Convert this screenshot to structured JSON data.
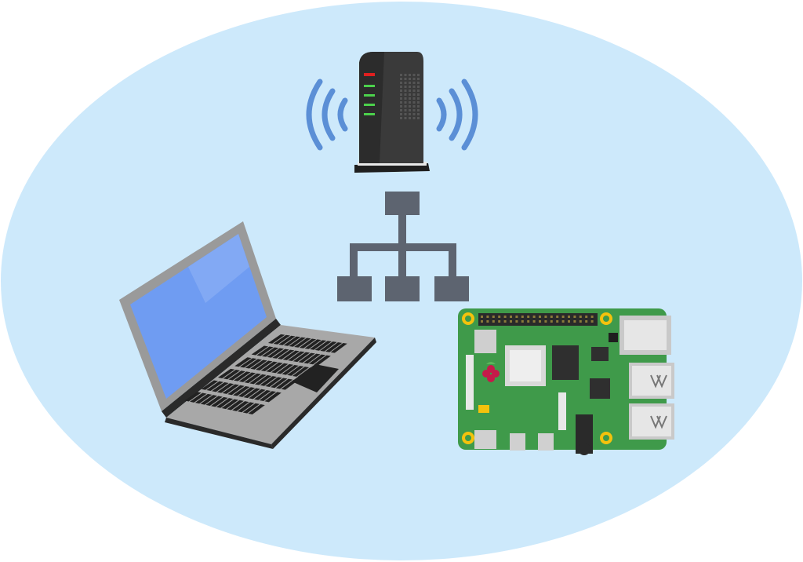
{
  "scene": {
    "description_nodes": [
      "router",
      "network-hierarchy",
      "laptop",
      "raspberry-pi"
    ],
    "colors": {
      "background_ellipse": "#cde9fb",
      "router_body": "#3a3a3a",
      "router_led_power": "#e02020",
      "router_led_status": "#4cd14c",
      "wifi_waves": "#5b8fd6",
      "network_blocks": "#5d6470",
      "laptop_screen": "#6f9cf2",
      "laptop_frame": "#9a9a9a",
      "laptop_keyboard_deck": "#a8a8a8",
      "pi_board": "#3f9a4a",
      "pi_chip": "#2f2f2f",
      "pi_port_metal": "#c9c9c9",
      "pi_mount_hole": "#f4c20d"
    },
    "icons": {
      "router": "wifi-router-icon",
      "hierarchy": "network-tree-icon",
      "laptop": "laptop-icon",
      "pi": "raspberry-pi-board-icon",
      "pi_logo": "raspberry-logo-icon"
    },
    "router_status_leds_lit": 4
  }
}
